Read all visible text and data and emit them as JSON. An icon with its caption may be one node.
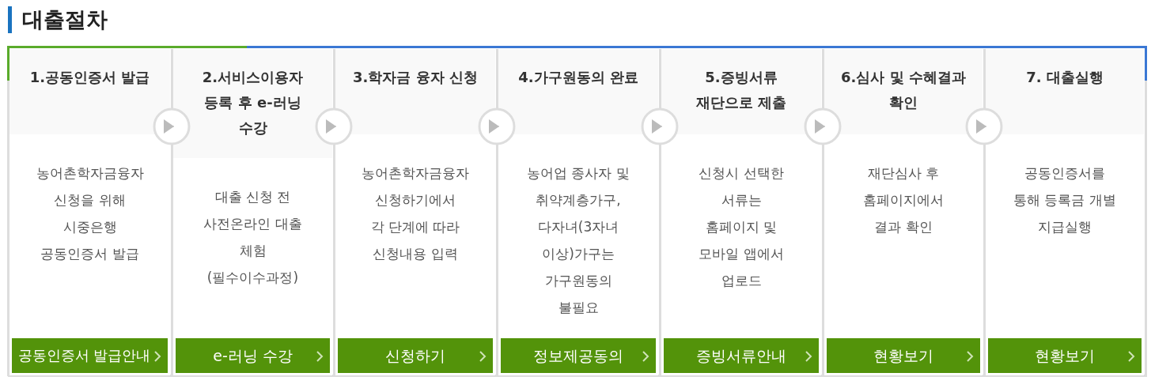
{
  "diagram": {
    "title": "대출절차",
    "nodes": [
      {
        "text": [
          "1.공동인증서 발급",
          "농어촌학자금융자 신청을 위해 시중은행 공동인증서 발급",
          "공동인증서 발급안내"
        ]
      },
      {
        "text": [
          "2.서비스이용자 등록 후 e-러닝 수강",
          "대출 신청 전 사전온라인 대출 체험 (필수이수과정)",
          "e-러닝 수강"
        ]
      },
      {
        "text": [
          "3.학자금 융자 신청",
          "농어촌학자금융자 신청하기에서 각 단계에 따라 신청내용 입력",
          "신청하기"
        ]
      },
      {
        "text": [
          "4.가구원동의 완료",
          "농어업 종사자 및 취약계층가구, 다자녀(3자녀 이상)가구는 가구원동의 불필요",
          "정보제공동의"
        ]
      },
      {
        "text": [
          "5.증빙서류 재단으로 제출",
          "신청시 선택한 서류는 홈페이지 및 모바일 앱에서 업로드",
          "증빙서류안내"
        ]
      },
      {
        "text": [
          "6.심사 및 수혜결과 확인",
          "재단심사 후 홈페이지에서 결과 확인",
          "현황보기"
        ]
      },
      {
        "text": [
          "7. 대출실행",
          "공동인증서를 통해 등록금 개별 지급실행",
          "현황보기"
        ]
      }
    ],
    "edges": [
      {
        "from": 0,
        "to": 1,
        "arrow": "to"
      },
      {
        "from": 1,
        "to": 2,
        "arrow": "to"
      },
      {
        "from": 2,
        "to": 3,
        "arrow": "to"
      },
      {
        "from": 3,
        "to": 4,
        "arrow": "to"
      },
      {
        "from": 4,
        "to": 5,
        "arrow": "to"
      },
      {
        "from": 5,
        "to": 6,
        "arrow": "to"
      }
    ]
  }
}
